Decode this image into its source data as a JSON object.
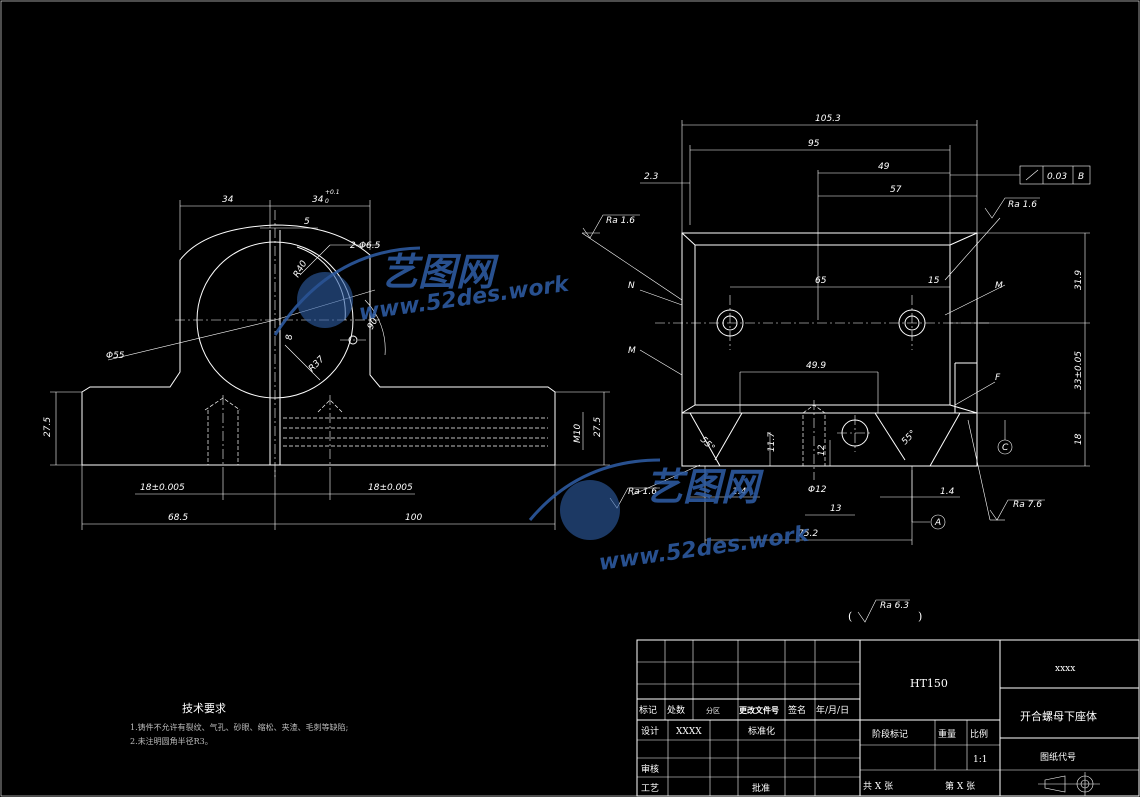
{
  "views": {
    "left": {
      "dims": {
        "w34": "34",
        "w34tol": "34",
        "w34sup": "+0.1",
        "w34sub": "0",
        "w5": "5",
        "hole": "2-Φ6.5",
        "r40": "R40",
        "phi55": "Φ55",
        "r37": "R37",
        "ang90": "90°",
        "d8": "8",
        "h275l": "27.5",
        "h275r": "27.5",
        "m10": "M10",
        "c18a": "18±0.005",
        "c18b": "18±0.005",
        "w685": "68.5",
        "w100": "100"
      }
    },
    "right": {
      "dims": {
        "w1053": "105.3",
        "w95": "95",
        "w49": "49",
        "w57": "57",
        "w23": "2.3",
        "w65": "65",
        "w15": "15",
        "w499": "49.9",
        "h319": "31.9",
        "h33": "33±0.05",
        "h18": "18",
        "h117": "11.7",
        "h12": "12",
        "ang55a": "55°",
        "ang55b": "55°",
        "d12": "Φ12",
        "w13": "13",
        "w14a": "1.4",
        "w14b": "1.4",
        "w752": "75.2",
        "labelN": "N",
        "labelM1": "M",
        "labelM2": "M",
        "labelF": "F",
        "datumA": "A",
        "datumB": "B",
        "datumC": "C",
        "runout": "0.03",
        "ra16a": "Ra 1.6",
        "ra16b": "Ra 1.6",
        "ra16c": "Ra 1.6",
        "ra76": "Ra 7.6"
      }
    }
  },
  "general_finish": "Ra 6.3",
  "notes": {
    "title": "技术要求",
    "line1": "1.铸件不允许有裂纹、气孔、砂眼、缩松、夹渣、毛刺等缺陷;",
    "line2": "2.未注明圆角半径R3。"
  },
  "title_block": {
    "material": "HT150",
    "company": "xxxx",
    "part_name": "开合螺母下座体",
    "drawing_no": "图纸代号",
    "row_labels": {
      "mark": "标记",
      "count": "处数",
      "zone": "分区",
      "change_doc": "更改文件号",
      "sign": "签名",
      "date": "年/月/日"
    },
    "design": "设计",
    "designer": "XXXX",
    "standardize": "标准化",
    "stage_mark": "阶段标记",
    "weight": "重量",
    "scale_label": "比例",
    "scale": "1:1",
    "review": "审核",
    "process": "工艺",
    "approve": "批准",
    "total": "共 X 张",
    "sheet": "第 X 张"
  },
  "watermark": {
    "brand": "艺图网",
    "url": "www.52des.work"
  }
}
